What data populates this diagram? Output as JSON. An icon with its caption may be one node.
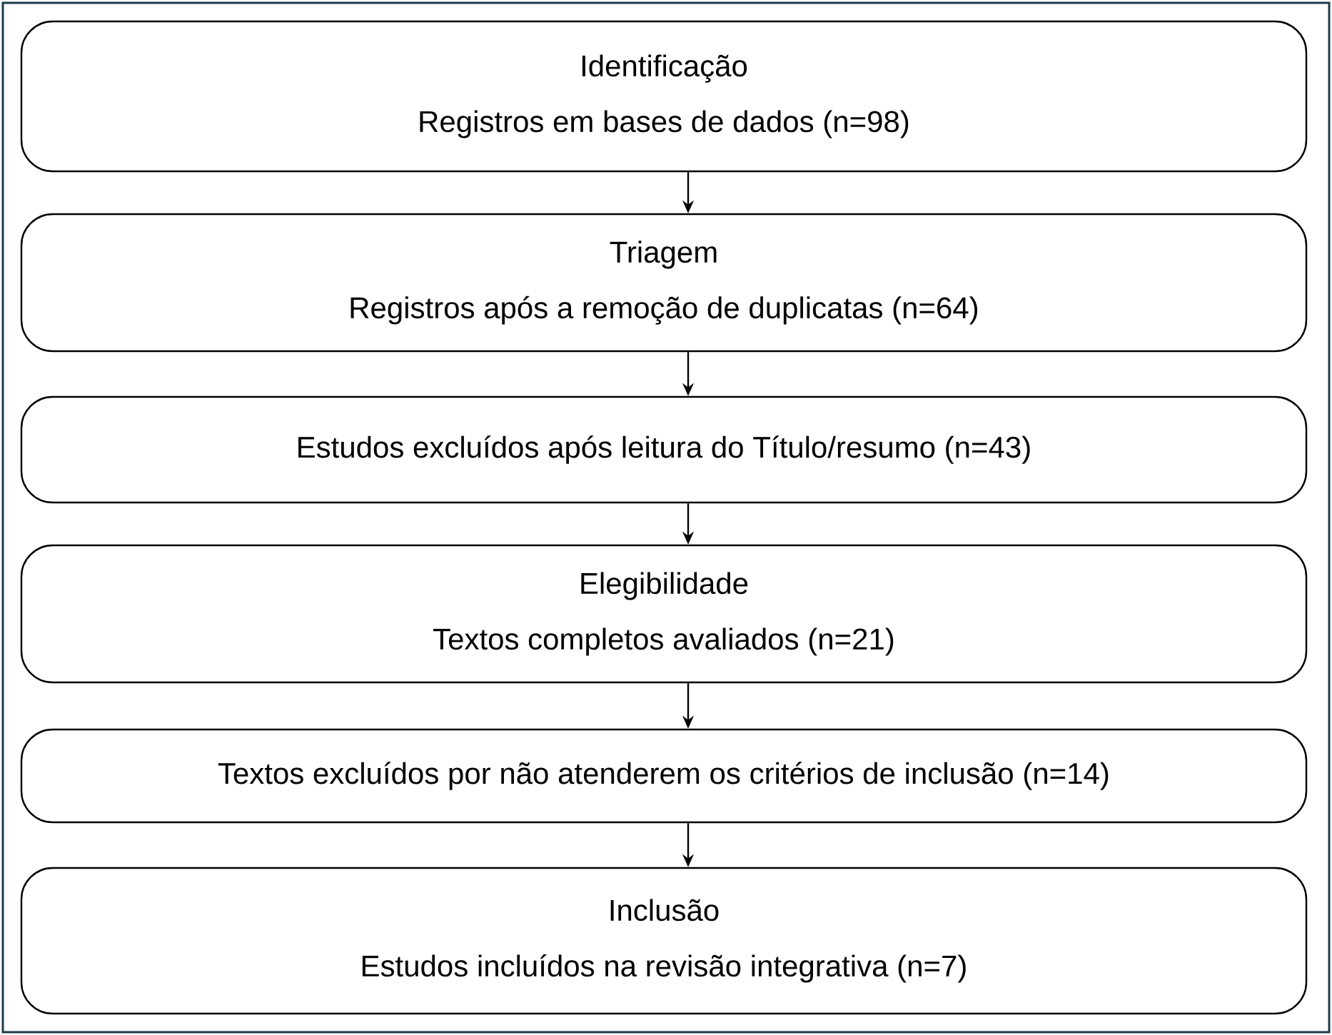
{
  "diagram": {
    "nodes": [
      {
        "text": [
          "Identificação",
          "Registros em bases de dados (n=98)"
        ]
      },
      {
        "text": [
          "Triagem",
          "Registros após a remoção de duplicatas (n=64)"
        ]
      },
      {
        "text": [
          "Estudos excluídos após leitura do Título/resumo (n=43)"
        ]
      },
      {
        "text": [
          "Elegibilidade",
          "Textos completos avaliados (n=21)"
        ]
      },
      {
        "text": [
          "Textos excluídos por não atenderem os critérios de inclusão (n=14)"
        ]
      },
      {
        "text": [
          "Inclusão",
          "Estudos incluídos na revisão integrativa (n=7)"
        ]
      }
    ],
    "edges": [
      {
        "from": 0,
        "to": 1,
        "arrow": "to"
      },
      {
        "from": 1,
        "to": 2,
        "arrow": "to"
      },
      {
        "from": 2,
        "to": 3,
        "arrow": "to"
      },
      {
        "from": 3,
        "to": 4,
        "arrow": "to"
      },
      {
        "from": 4,
        "to": 5,
        "arrow": "to"
      }
    ]
  }
}
